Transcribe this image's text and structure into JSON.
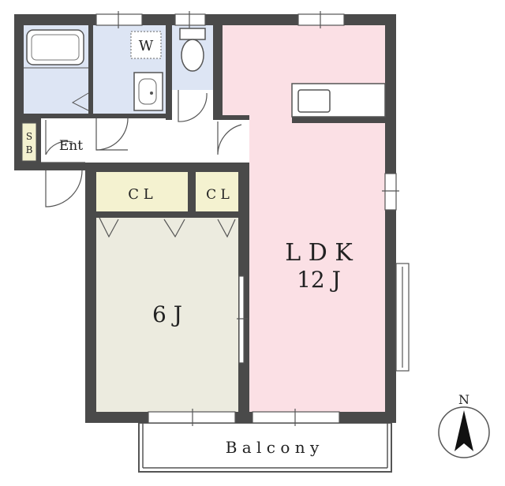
{
  "colors": {
    "wall": "#4a4a4a",
    "ldk": "#fbe0e5",
    "bedroom": "#ecebdf",
    "wet": "#dde5f4",
    "closet": "#f4f2d0",
    "sb": "#f4f2d0",
    "balcony": "#ffffff",
    "floor": "#ffffff"
  },
  "rooms": {
    "ldk": {
      "name": "L D K",
      "size": "12 J"
    },
    "bedroom": {
      "size": "6 J"
    },
    "closet_main": {
      "label": "C L"
    },
    "closet_small": {
      "label": "C L"
    },
    "washer": {
      "label": "W"
    },
    "shoe_box": {
      "line1": "S",
      "line2": "B"
    },
    "entrance": {
      "label": "Ent"
    },
    "balcony": {
      "label": "B a l c o n y"
    }
  },
  "compass": {
    "label": "N"
  }
}
